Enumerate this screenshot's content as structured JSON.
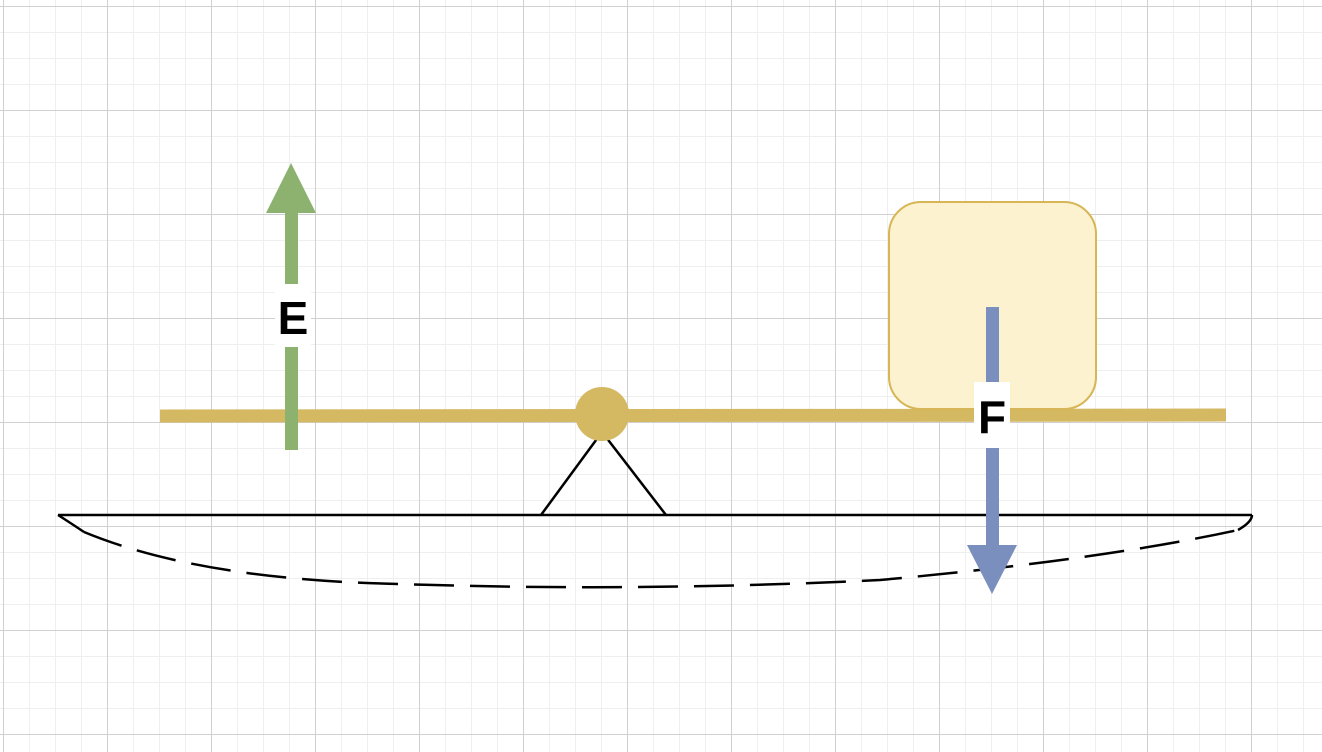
{
  "diagram": {
    "type": "lever",
    "labels": {
      "effort": "E",
      "load_force": "F"
    },
    "colors": {
      "lever_bar": "#d4b862",
      "fulcrum_pivot": "#d4b862",
      "load_box_fill": "#fcf2d0",
      "load_box_stroke": "#d6b656",
      "effort_arrow": "#8db26f",
      "load_arrow": "#7a8fbd",
      "ground_line": "#000000",
      "label_background": "#ffffff",
      "label_text": "#000000"
    }
  }
}
